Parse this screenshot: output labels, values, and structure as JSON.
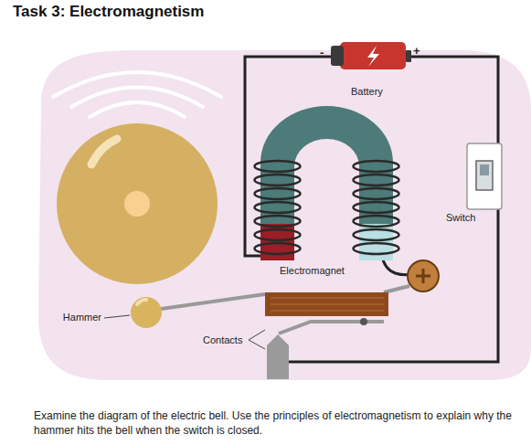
{
  "diagram": {
    "title": "Task 3: Electromagnetism",
    "caption": "Examine the diagram of the electric bell. Use the principles of electromagnetism to explain why the hammer hits the bell when the switch is closed.",
    "labels": [
      "-",
      "+",
      "Battery",
      "Switch",
      "Electromagnet",
      "Hammer",
      "Contacts"
    ]
  }
}
